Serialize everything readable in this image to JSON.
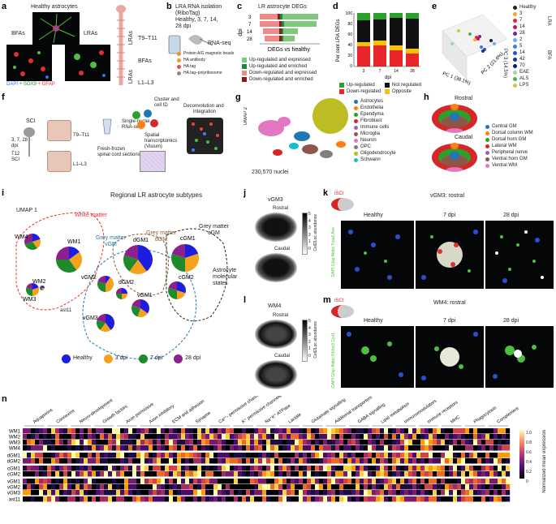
{
  "panels": {
    "a": {
      "label": "a",
      "title": "Healthy astrocytes",
      "bfas": "BFAs",
      "lras": "LRAs",
      "stain_dapi": "DAPI",
      "stain_sox9": "+ SOX9",
      "stain_gfap": "+ GFAP",
      "cord_t": "T9–T11",
      "cord_b": "BFAs",
      "cord_l": "L1–L3",
      "lras_top": "LRAs",
      "lras_bot": "LRAs"
    },
    "b": {
      "label": "b",
      "title": "LRA RNA isolation",
      "sub1": "(RiboTag)",
      "sub2": "Healthy, 3, 7, 14,",
      "sub3": "28 dpi",
      "rnaseq": "RNA-seq",
      "legend": [
        "Protein A/G magnetic beads",
        "HA antibody",
        "HA tag",
        "HA tag–polyribosome"
      ]
    },
    "c": {
      "label": "c",
      "title": "LR astrocyte DEGs",
      "ylabel": "dpi",
      "xlabel": "DEGs vs healthy",
      "rows": [
        "3",
        "7",
        "14",
        "28"
      ],
      "legend": [
        {
          "label": "Up-regulated and expressed",
          "color": "#7fc97f"
        },
        {
          "label": "Up-regulated and enriched",
          "color": "#1f8a3d"
        },
        {
          "label": "Down-regulated and expressed",
          "color": "#ef8a8a"
        },
        {
          "label": "Down-regulated and enriched",
          "color": "#8b1a1a"
        }
      ]
    },
    "d": {
      "label": "d",
      "ylabel": "Per cent LRA DEGs",
      "xlabel": "dpi",
      "yticks": [
        "0",
        "20",
        "40",
        "60",
        "80",
        "100"
      ],
      "legend": [
        {
          "label": "Up-regulated",
          "color": "#2ca02c"
        },
        {
          "label": "Not regulated",
          "color": "#111111"
        },
        {
          "label": "Down-regulated",
          "color": "#e8262a"
        },
        {
          "label": "Opposite",
          "color": "#f4c20d"
        }
      ]
    },
    "e": {
      "label": "e",
      "pc1": "PC 1 (38.1%)",
      "pc2": "PC 2 (21.6%)",
      "pc3": "PC 3 (14.5%)",
      "lra": "LRA",
      "bfa": "BFA",
      "legend": [
        {
          "label": "Healthy",
          "color": "#222222"
        },
        {
          "label": "3",
          "color": "#f6a623"
        },
        {
          "label": "7",
          "color": "#e8262a"
        },
        {
          "label": "14",
          "color": "#c2185b"
        },
        {
          "label": "28",
          "color": "#7a1fa2"
        },
        {
          "label": "2",
          "color": "#6ea8ff"
        },
        {
          "label": "5",
          "color": "#3f7be6"
        },
        {
          "label": "14",
          "color": "#2a4fd0"
        },
        {
          "label": "42",
          "color": "#1a2fa0"
        },
        {
          "label": "70",
          "color": "#101a70"
        },
        {
          "label": "EAE",
          "color": "#a0d9a0"
        },
        {
          "label": "ALS",
          "color": "#4cb050"
        },
        {
          "label": "LPS",
          "color": "#c9c94a"
        }
      ]
    },
    "f": {
      "label": "f",
      "sci": "SCI",
      "dpi": "3, 7, 28",
      "dpi2": "dpi",
      "t12": "T12",
      "sci2": "SCI",
      "t9": "T9–T11",
      "l1": "L1–L3",
      "snrna1": "Single-nuclei",
      "snrna2": "RNA-seq",
      "cluster1": "Cluster and",
      "cluster2": "cell ID",
      "frozen1": "Fresh-frozen",
      "frozen2": "spinal cord sections",
      "spatial1": "Spatial",
      "spatial2": "transcriptomics",
      "spatial3": "(Visium)",
      "deconv1": "Deconvolution and",
      "deconv2": "integration"
    },
    "g": {
      "label": "g",
      "umap": "UMAP 2",
      "nuclei": "230,570 nuclei",
      "legend": [
        {
          "label": "Astrocytes",
          "color": "#1f77b4"
        },
        {
          "label": "Endothelia",
          "color": "#ff7f0e"
        },
        {
          "label": "Ependyma",
          "color": "#2ca02c"
        },
        {
          "label": "Fibroblast",
          "color": "#d62728"
        },
        {
          "label": "Immune cells",
          "color": "#9467bd"
        },
        {
          "label": "Microglia",
          "color": "#8c564b"
        },
        {
          "label": "Neuron",
          "color": "#e377c2"
        },
        {
          "label": "OPC",
          "color": "#7f7f7f"
        },
        {
          "label": "Oligodendrocyte",
          "color": "#bcbd22"
        },
        {
          "label": "Schwann",
          "color": "#17becf"
        }
      ]
    },
    "h": {
      "label": "h",
      "rostral": "Rostral",
      "caudal": "Caudal",
      "legend": [
        {
          "label": "Central GM",
          "color": "#1f77b4"
        },
        {
          "label": "Dorsal column WM",
          "color": "#ff7f0e"
        },
        {
          "label": "Dorsal horn GM",
          "color": "#2ca02c"
        },
        {
          "label": "Lateral WM",
          "color": "#d62728"
        },
        {
          "label": "Peripheral nerve",
          "color": "#9467bd"
        },
        {
          "label": "Ventral horn GM",
          "color": "#8c564b"
        },
        {
          "label": "Ventral WM",
          "color": "#e377c2"
        }
      ]
    },
    "i": {
      "label": "i",
      "umap": "UMAP 1",
      "title": "Regional LR astrocyte subtypes",
      "wm": "White matter",
      "gmv1": "Grey matter",
      "gmv2": "vGM",
      "gmd1": "Grey matter",
      "gmd2": "dGM",
      "gmc1": "Grey matter",
      "gmc2": "cGM",
      "states1": "Astrocyte",
      "states2": "molecular",
      "states3": "states",
      "ast": "ast11",
      "clusters": [
        "WM1",
        "WM4",
        "WM2",
        "WM3",
        "vGM2",
        "dGM1",
        "dGM2",
        "cGM1",
        "cGM2",
        "vGM1",
        "vGM3"
      ],
      "legend": [
        {
          "label": "Healthy",
          "color": "#1d1de0"
        },
        {
          "label": "3 dpi",
          "color": "#f4a11d"
        },
        {
          "label": "7 dpi",
          "color": "#1e8a2a"
        },
        {
          "label": "28 dpi",
          "color": "#8e1f8e"
        }
      ]
    },
    "j": {
      "label": "j",
      "title": "vGM3",
      "rostral": "Rostral",
      "caudal": "Caudal",
      "cbar": "Cell2Loc abundance",
      "ticks": [
        "5",
        "4",
        "3",
        "2",
        "1",
        "0"
      ]
    },
    "k": {
      "label": "k",
      "isci": "iSCI",
      "title": "vGM3: rostral",
      "cols": [
        "Healthy",
        "7 dpi",
        "28 dpi"
      ],
      "stain": "DAPI Gfap Aldoc Trpa1 Axe"
    },
    "l": {
      "label": "l",
      "title": "WM4",
      "rostral": "Rostral",
      "caudal": "Caudal",
      "cbar": "Cell2Loc abundance",
      "ticks": [
        "5",
        "4",
        "3",
        "2",
        "1",
        "0"
      ]
    },
    "m": {
      "label": "m",
      "isci": "iSCI",
      "title": "WM4: rostral",
      "cols": [
        "Healthy",
        "7 dpi",
        "28 dpi"
      ],
      "stain": "DAPI Gfap Aldoc Rbfox3 Ccn1"
    },
    "n": {
      "label": "n",
      "cbar": "Normalized mean expression",
      "cticks": [
        "1.0",
        "0.8",
        "0.6",
        "0.4",
        "0.2",
        "0"
      ],
      "rows": [
        "WM1",
        "WM2",
        "WM3",
        "WM4",
        "dGM1",
        "dGM2",
        "cGM1",
        "cGM2",
        "vGM1",
        "vGM2",
        "vGM3",
        "ast11"
      ],
      "categories": [
        "Aquaporins",
        "Connexins",
        "Neuro-development",
        "Growth factors",
        "Axon permissive",
        "Axon inhibitory",
        "ECM and adhesion",
        "Synapse",
        "Ca²⁺- permissive channels",
        "K⁺ permissive channels",
        "Na⁺K⁺ ATPase",
        "Lactate",
        "Glutamate signalling",
        "Additional transporters",
        "GABA signalling",
        "Lipid metabolism",
        "Immunomodulators",
        "Immune receptors",
        "MHC",
        "Phagocytosis",
        "Complement"
      ]
    }
  }
}
